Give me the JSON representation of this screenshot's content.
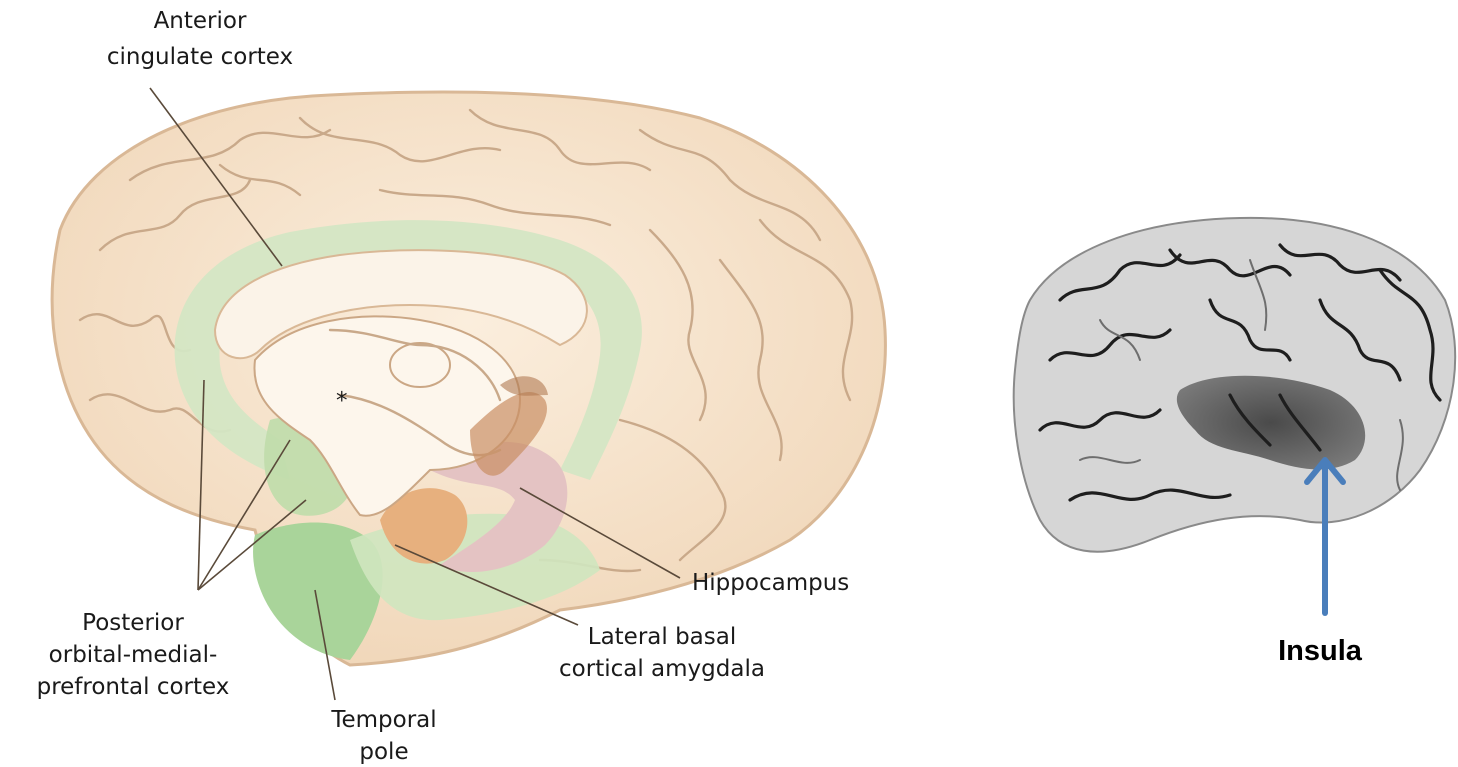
{
  "labels": {
    "anterior_cingulate": [
      "Anterior",
      "cingulate cortex"
    ],
    "posterior_ompfc": [
      "Posterior",
      "orbital-medial-",
      "prefrontal cortex"
    ],
    "temporal_pole": [
      "Temporal",
      "pole"
    ],
    "lateral_basal_amygdala": [
      "Lateral basal",
      "cortical amygdala"
    ],
    "hippocampus": "Hippocampus",
    "insula": "Insula",
    "asterisk": "*"
  },
  "colors": {
    "brain_fill": "#f6e3cc",
    "brain_outline": "#d9b896",
    "cingulate_green": "#d4e6c4",
    "temporal_green": "#a9d49a",
    "amygdala_orange": "#e7b07e",
    "hippocampus_pink": "#e4c3c3",
    "arrow_blue": "#4a7ebb"
  }
}
